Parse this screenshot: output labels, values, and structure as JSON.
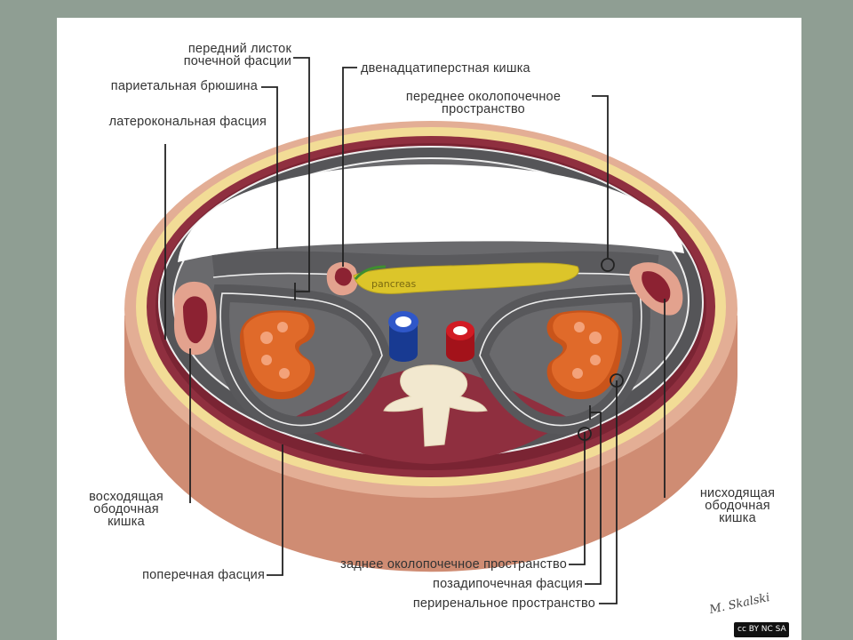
{
  "labels": {
    "anterior_renal_fascia_line1": "передний листок",
    "anterior_renal_fascia_line2": "почечной фасции",
    "duodenum": "двенадцатиперстная кишка",
    "parietal_peritoneum": "париетальная брюшина",
    "anterior_pararenal_space_line1": "переднее околопочечное",
    "anterior_pararenal_space_line2": "пространство",
    "lateroconal_fascia": "латерокональная фасция",
    "pancreas": "pancreas",
    "ascending_colon_line1": "восходящая",
    "ascending_colon_line2": "ободочная",
    "ascending_colon_line3": "кишка",
    "descending_colon_line1": "нисходящая",
    "descending_colon_line2": "ободочная",
    "descending_colon_line3": "кишка",
    "transversalis_fascia": "поперечная фасция",
    "posterior_pararenal_space": "заднее околопочечное пространство",
    "posterior_renal_fascia": "позадипочечная фасция",
    "perirenal_space": "периренальное пространство"
  },
  "credits": {
    "signature": "M. Skalski",
    "license": "cc BY NC SA"
  },
  "colors": {
    "background_band": "#8f9e93",
    "body_wall_outer": "#d79f85",
    "fat_layer": "#f2dc96",
    "muscle": "#8f2f3f",
    "fascia_gray": "#5c5c5e",
    "kidney": "#d9601f",
    "pancreas": "#dcc52a",
    "ivc": "#2142a8",
    "aorta": "#c4161c",
    "vertebra": "#f2e8cf"
  }
}
